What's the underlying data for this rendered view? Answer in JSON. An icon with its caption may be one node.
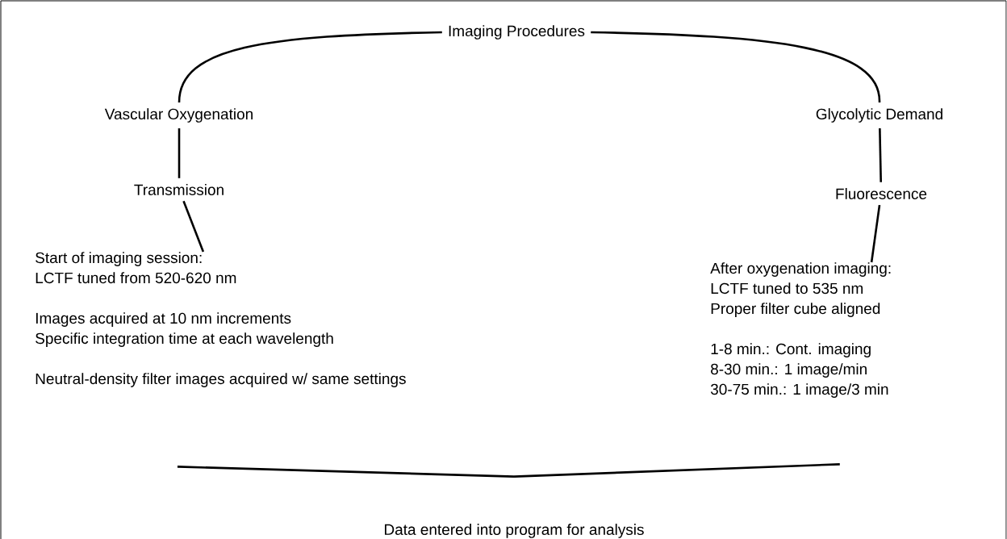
{
  "diagram": {
    "nodes": [
      {
        "text": [
          "Imaging Procedures"
        ]
      },
      {
        "text": [
          "Vascular Oxygenation"
        ]
      },
      {
        "text": [
          "Glycolytic Demand"
        ]
      },
      {
        "text": [
          "Transmission"
        ]
      },
      {
        "text": [
          "Fluorescence"
        ]
      },
      {
        "text": [
          "Start of imaging session:",
          "LCTF tuned from 520-620 nm",
          "Images acquired at 10 nm increments",
          "Specific integration time at each wavelength",
          "Neutral-density filter images acquired w/ same settings"
        ]
      },
      {
        "text": [
          "After oxygenation imaging:",
          "LCTF tuned to 535 nm",
          "Proper filter cube aligned",
          "1-8 min.: Cont. imaging",
          "8-30 min.: 1 image/min",
          "30-75 min.: 1 image/3 min"
        ]
      },
      {
        "text": [
          "Data entered into program for analysis"
        ]
      }
    ],
    "edges": [
      {
        "from": 0,
        "to": 1,
        "arrow": "none"
      },
      {
        "from": 0,
        "to": 2,
        "arrow": "none"
      },
      {
        "from": 1,
        "to": 3,
        "arrow": "none"
      },
      {
        "from": 3,
        "to": 5,
        "arrow": "none"
      },
      {
        "from": 2,
        "to": 4,
        "arrow": "none"
      },
      {
        "from": 4,
        "to": 6,
        "arrow": "none"
      },
      {
        "from": 5,
        "to": 7,
        "arrow": "none"
      },
      {
        "from": 6,
        "to": 7,
        "arrow": "none"
      }
    ]
  }
}
